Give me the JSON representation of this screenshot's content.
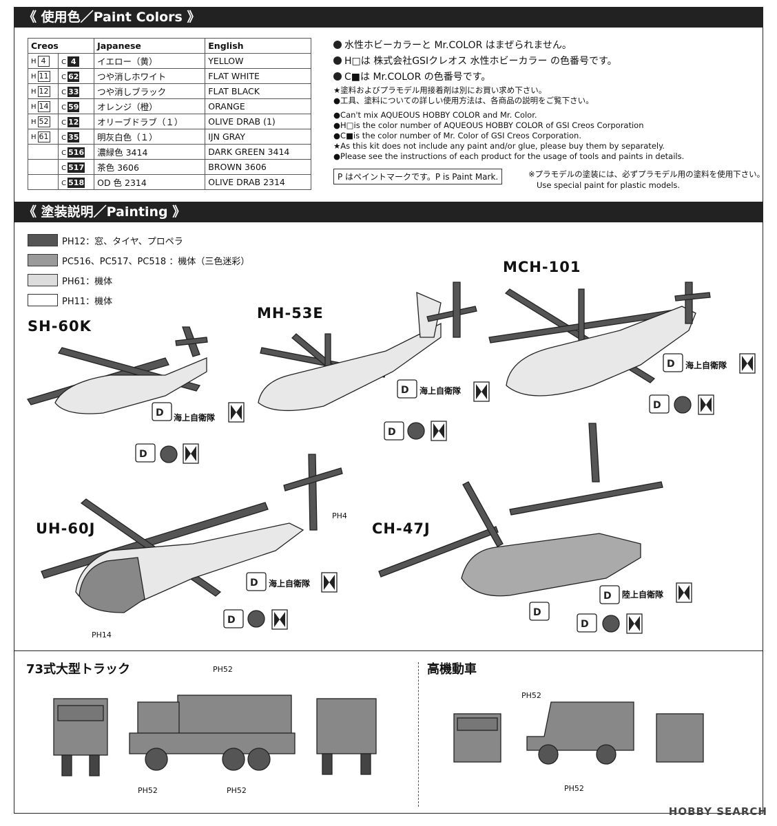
{
  "sections": {
    "paint_colors": "《 使用色／Paint Colors 》",
    "painting": "《 塗装説明／Painting 》"
  },
  "table": {
    "headers": [
      "Creos",
      "Japanese",
      "English"
    ],
    "rows": [
      {
        "h": "4",
        "c": "4",
        "jp": "イエロー（黄）",
        "en": "YELLOW"
      },
      {
        "h": "11",
        "c": "62",
        "jp": "つや消しホワイト",
        "en": "FLAT WHITE"
      },
      {
        "h": "12",
        "c": "33",
        "jp": "つや消しブラック",
        "en": "FLAT BLACK"
      },
      {
        "h": "14",
        "c": "59",
        "jp": "オレンジ（橙）",
        "en": "ORANGE"
      },
      {
        "h": "52",
        "c": "12",
        "jp": "オリーブドラブ（１）",
        "en": "OLIVE DRAB (1)"
      },
      {
        "h": "61",
        "c": "35",
        "jp": "明灰白色（１）",
        "en": "IJN GRAY"
      },
      {
        "h": "",
        "c": "516",
        "jp": "濃緑色 3414",
        "en": "DARK GREEN 3414"
      },
      {
        "h": "",
        "c": "517",
        "jp": "茶色 3606",
        "en": "BROWN 3606"
      },
      {
        "h": "",
        "c": "518",
        "jp": "OD 色 2314",
        "en": "OLIVE DRAB 2314"
      }
    ]
  },
  "notes": {
    "jp1": "水性ホビーカラーと Mr.COLOR はまぜられません。",
    "jp2": "H□は 株式会社GSIクレオス 水性ホビーカラー の色番号です。",
    "jp3": "C■は Mr.COLOR の色番号です。",
    "jp4": "★塗料およびプラモデル用接着剤は別にお買い求め下さい。",
    "jp5": "●工具、塗料についての詳しい使用方法は、各商品の説明をご覧下さい。",
    "en1": "●Can't mix AQUEOUS HOBBY COLOR and Mr. Color.",
    "en2": "●H□is the color number of AQUEOUS HOBBY COLOR of GSI Creos Corporation",
    "en3": "●C■is the color number of Mr. Color of GSI Creos Corporation.",
    "en4": "★As this kit does not include any paint and/or glue, please buy them by separately.",
    "en5": "●Please see the instructions of each product for the usage of tools and paints in details.",
    "pmark": "P はペイントマークです。P is Paint Mark.",
    "plastic_jp": "※プラモデルの塗装には、必ずプラモデル用の塗料を使用下さい。",
    "plastic_en": "Use special paint for plastic models."
  },
  "legend": [
    {
      "color": "#555555",
      "text": "PH12：窓、タイヤ、プロペラ"
    },
    {
      "color": "#9a9a9a",
      "text": "PC516、PC517、PC518 ：機体（三色迷彩）"
    },
    {
      "color": "#dcdcdc",
      "text": "PH61：機体"
    },
    {
      "color": "#ffffff",
      "text": "PH11：機体"
    }
  ],
  "helicopters": {
    "sh60k": "SH-60K",
    "mh53e": "MH-53E",
    "mch101": "MCH-101",
    "uh60j": "UH-60J",
    "ch47j": "CH-47J"
  },
  "markings": {
    "jmsdf": "海上自衛隊",
    "jgsdf": "陸上自衛隊"
  },
  "refs": {
    "ph4": "PH4",
    "ph14": "PH14",
    "ph52": "PH52"
  },
  "vehicles": {
    "truck": "73式大型トラック",
    "hmv": "高機動車"
  },
  "watermark": "HOBBY SEARCH"
}
